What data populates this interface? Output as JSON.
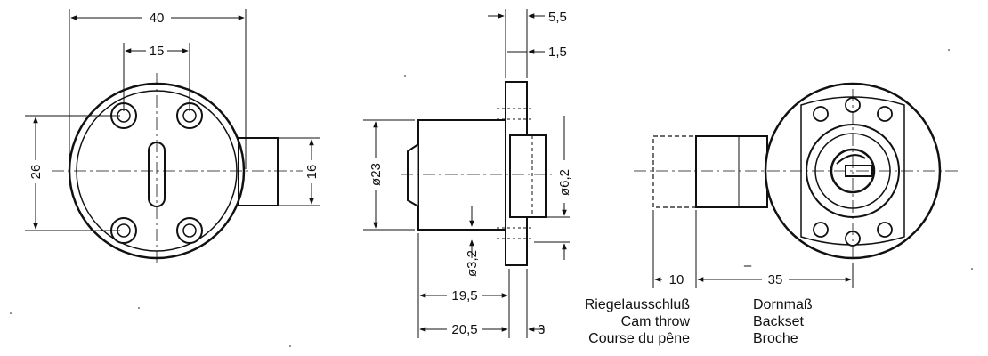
{
  "colors": {
    "ink": "#111111",
    "paper": "#ffffff"
  },
  "front_view": {
    "dim_width": "40",
    "dim_hole_spacing": "15",
    "dim_height": "26",
    "dim_bolt": "16"
  },
  "side_view": {
    "dim_plate_thickness": "5,5",
    "dim_flange": "1,5",
    "dim_body_dia": "ø23",
    "dim_cam_dia": "ø6,2",
    "dim_screw_hole": "ø3,2",
    "dim_length_a": "19,5",
    "dim_length_b": "20,5",
    "dim_offset": "3"
  },
  "rear_view": {
    "dim_cam_throw": "10",
    "dim_backset": "35",
    "dim_dash": "–"
  },
  "legend": {
    "cam_throw_de": "Riegelausschluß",
    "cam_throw_en": "Cam throw",
    "cam_throw_fr": "Course du pêne",
    "backset_de": "Dornmaß",
    "backset_en": "Backset",
    "backset_fr": "Broche"
  }
}
